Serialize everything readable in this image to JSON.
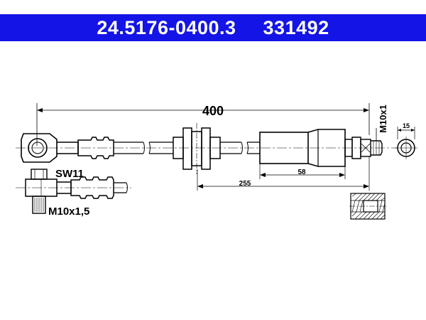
{
  "header": {
    "part_number": "24.5176-0400.3",
    "article_number": "331492",
    "bar_color": "#1414e6"
  },
  "dimensions": {
    "overall_length": "400",
    "sleeve_to_end": "255",
    "sleeve_length": "58",
    "end_fitting_thread": "M10x1",
    "end_fitting_diameter": "15",
    "wrench_size": "SW11",
    "banjo_thread": "M10x1,5"
  }
}
